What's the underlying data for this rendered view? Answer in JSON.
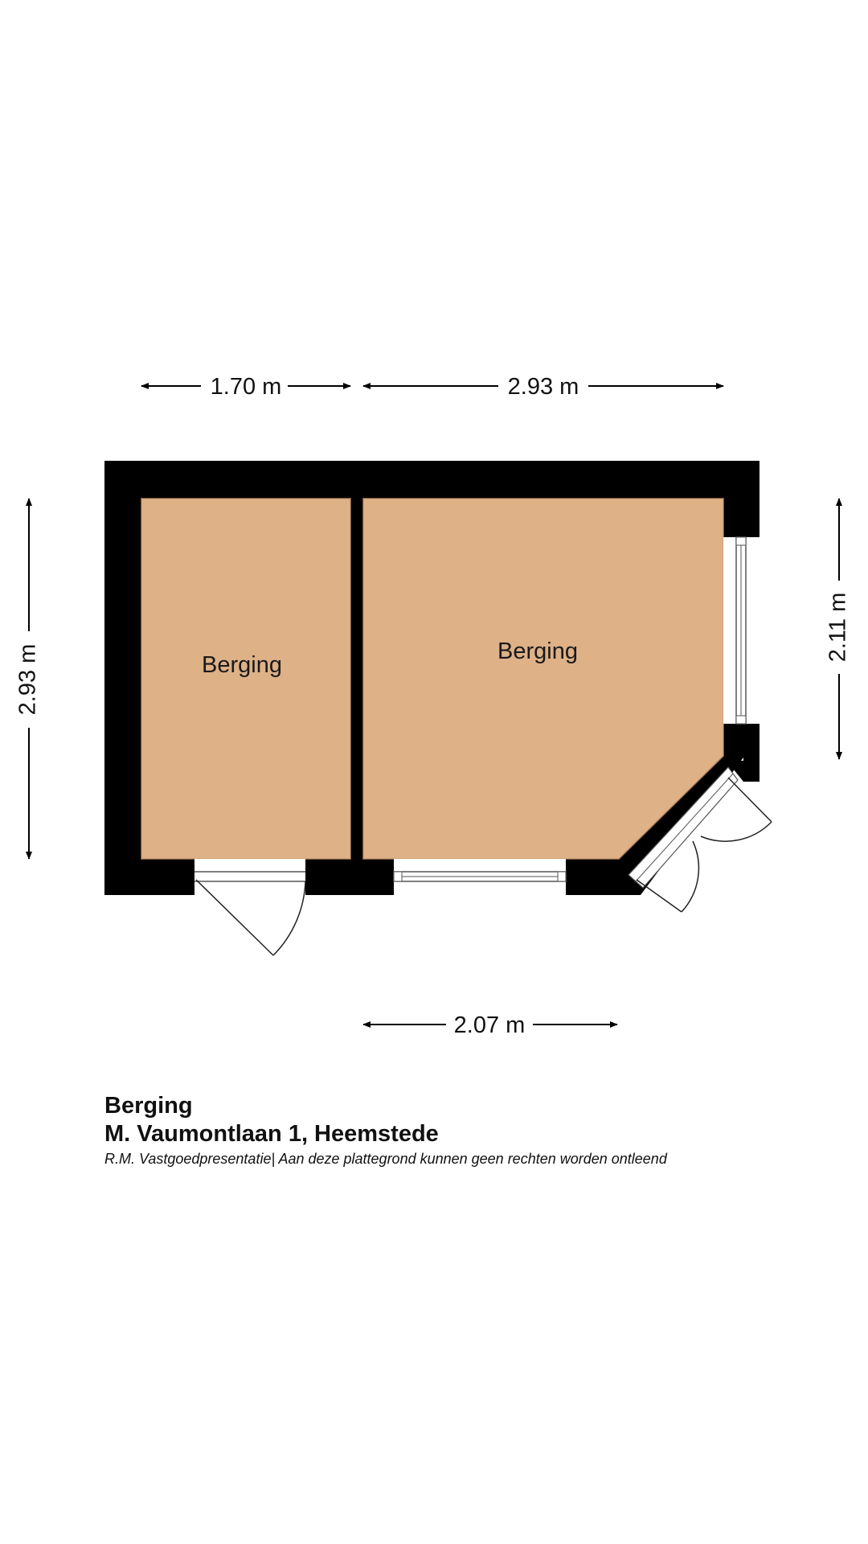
{
  "dimensions": {
    "top_left": "1.70 m",
    "top_right": "2.93 m",
    "left": "2.93 m",
    "right": "2.11 m",
    "bottom": "2.07 m"
  },
  "rooms": {
    "left_label": "Berging",
    "right_label": "Berging"
  },
  "caption": {
    "title": "Berging",
    "address": "M. Vaumontlaan 1, Heemstede",
    "disclaimer": "R.M. Vastgoedpresentatie| Aan deze plattegrond kunnen geen rechten worden ontleend"
  },
  "colors": {
    "wall": "#000000",
    "floor": "#deb187",
    "background": "#ffffff",
    "text": "#111111"
  }
}
